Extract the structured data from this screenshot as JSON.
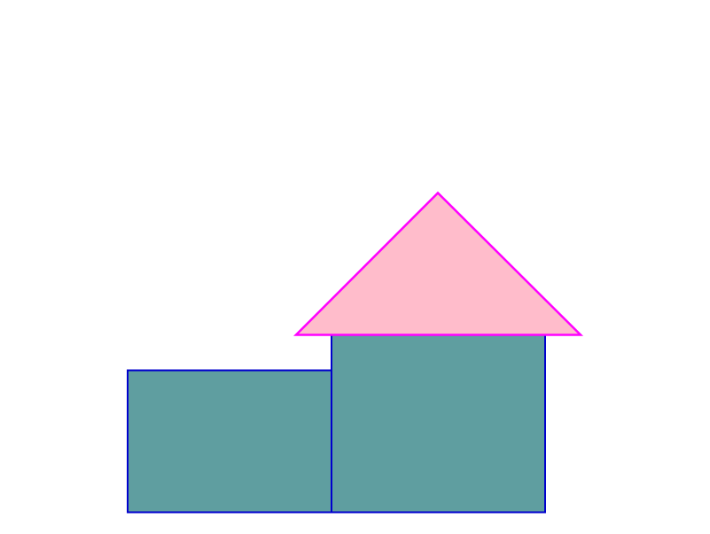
{
  "background": "#ffffff",
  "shapes": {
    "roof": {
      "kind": "triangle",
      "fill": "#ffbccb",
      "stroke": "#ff00ff"
    },
    "main_block": {
      "kind": "rectangle",
      "fill": "#5f9ea0",
      "stroke": "#0000cd"
    },
    "side_block": {
      "kind": "rectangle",
      "fill": "#5f9ea0",
      "stroke": "#0000cd"
    }
  }
}
